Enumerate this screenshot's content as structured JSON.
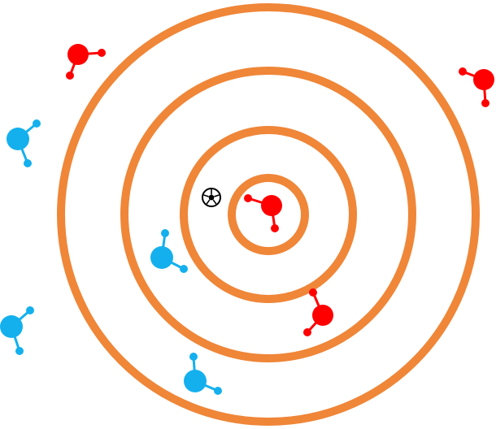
{
  "colors": {
    "background": "#ffffff",
    "ring": "#ef8638",
    "team_red": "#ff0000",
    "team_blue": "#14b0ee",
    "ball": "#000000"
  },
  "board": {
    "ring_count": 4
  },
  "ball": {
    "icon": "soccer-ball-icon",
    "interactable": true
  },
  "teams": [
    {
      "name": "red",
      "color": "#ff0000",
      "player_count": 4
    },
    {
      "name": "blue",
      "color": "#14b0ee",
      "player_count": 4
    }
  ]
}
